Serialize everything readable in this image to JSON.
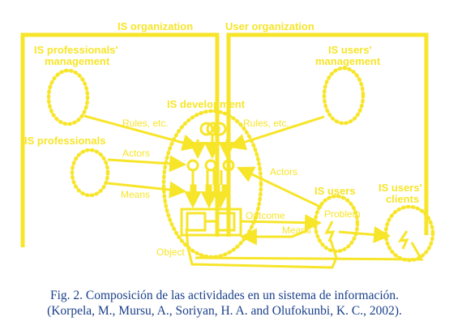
{
  "diagram": {
    "color": "#f7e52a",
    "labels": {
      "is_organization": "IS organization",
      "user_organization": "User organization",
      "is_professionals_management_line1": "IS professionals'",
      "is_professionals_management_line2": "management",
      "is_users_management_line1": "IS users'",
      "is_users_management_line2": "management",
      "is_development": "IS development",
      "is_professionals": "IS professionals",
      "is_users": "IS users",
      "is_users_clients_line1": "IS users'",
      "is_users_clients_line2": "clients",
      "rules_left": "Rules, etc.",
      "rules_right": "Rules, etc.",
      "actors_left": "Actors",
      "actors_right": "Actors",
      "means_left": "Means",
      "means_right": "Means",
      "outcome": "Outcome",
      "problem": "Problem",
      "object": "Object"
    }
  },
  "caption": {
    "line1": "Fig. 2. Composición de las actividades en un sistema de información.",
    "line2": "(Korpela, M., Mursu, A., Soriyan, H. A. and Olufokunbi, K. C., 2002)."
  }
}
